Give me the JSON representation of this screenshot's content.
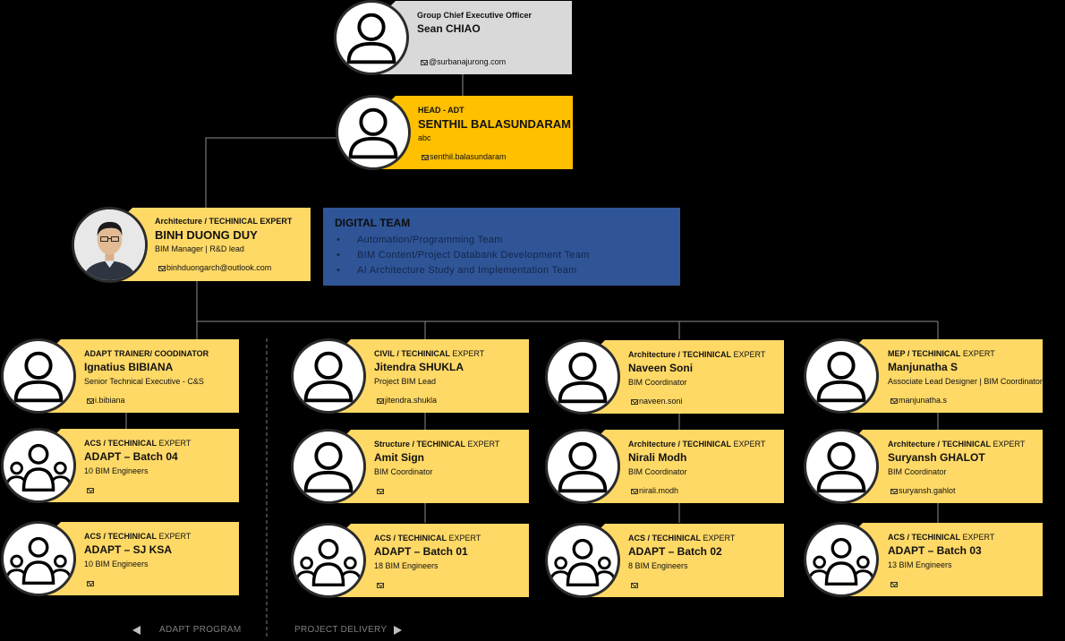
{
  "ceo": {
    "role": "Group Chief Executive Officer",
    "name": "Sean CHIAO",
    "email": "@surbanajurong.com"
  },
  "head": {
    "role": "HEAD  - ADT",
    "name": "SENTHIL BALASUNDARAM",
    "sub": "abc",
    "email": "senthil.balasundaram"
  },
  "lead": {
    "role_bold": "Architecture / TECHINICAL EXPERT",
    "role_rest": "",
    "name": "BINH DUONG DUY",
    "sub": "BIM Manager | R&D lead",
    "email": "binhduongarch@outlook.com"
  },
  "digital_team": {
    "title": "DIGITAL TEAM",
    "items": [
      "Automation/Programming  Team",
      "BIM Content/Project  Databank  Development Team",
      "AI Architecture  Study and  Implementation Team"
    ]
  },
  "members": [
    {
      "role_bold": "ADAPT TRAINER/ COODINATOR",
      "role_rest": "",
      "name": "Ignatius BIBIANA",
      "sub": "Senior Technical Executive - C&S",
      "email": "i.bibiana"
    },
    {
      "role_bold": "ACS / TECHINICAL",
      "role_rest": " EXPERT",
      "name": "ADAPT – Batch 04",
      "sub": "10 BIM Engineers",
      "email": ""
    },
    {
      "role_bold": "ACS / TECHINICAL",
      "role_rest": " EXPERT",
      "name": "ADAPT – SJ KSA",
      "sub": "10 BIM Engineers",
      "email": ""
    },
    {
      "role_bold": "CIVIL / TECHINICAL",
      "role_rest": " EXPERT",
      "name": "Jitendra SHUKLA",
      "sub": "Project BIM Lead",
      "email": "jitendra.shukla"
    },
    {
      "role_bold": "Structure / TECHINICAL",
      "role_rest": " EXPERT",
      "name": "Amit Sign",
      "sub": "BIM Coordinator",
      "email": ""
    },
    {
      "role_bold": "ACS / TECHINICAL",
      "role_rest": " EXPERT",
      "name": "ADAPT – Batch 01",
      "sub": "18 BIM Engineers",
      "email": ""
    },
    {
      "role_bold": "Architecture / TECHINICAL",
      "role_rest": " EXPERT",
      "name": "Naveen Soni",
      "sub": "BIM Coordinator",
      "email": "naveen.soni"
    },
    {
      "role_bold": "Architecture / TECHINICAL",
      "role_rest": " EXPERT",
      "name": "Nirali Modh",
      "sub": "BIM Coordinator",
      "email": "nirali.modh"
    },
    {
      "role_bold": "ACS / TECHINICAL",
      "role_rest": " EXPERT",
      "name": "ADAPT – Batch 02",
      "sub": "8 BIM Engineers",
      "email": ""
    },
    {
      "role_bold": "MEP / TECHINICAL",
      "role_rest": " EXPERT",
      "name": "Manjunatha S",
      "sub": "Associate Lead Designer | BIM Coordinator",
      "email": "manjunatha.s"
    },
    {
      "role_bold": "Architecture / TECHINICAL",
      "role_rest": " EXPERT",
      "name": "Suryansh GHALOT",
      "sub": "BIM Coordinator",
      "email": "suryansh.gahlot"
    },
    {
      "role_bold": "ACS / TECHINICAL",
      "role_rest": " EXPERT",
      "name": "ADAPT – Batch 03",
      "sub": "13 BIM Engineers",
      "email": ""
    }
  ],
  "footer": {
    "left": "ADAPT PROGRAM",
    "right": "PROJECT  DELIVERY"
  }
}
